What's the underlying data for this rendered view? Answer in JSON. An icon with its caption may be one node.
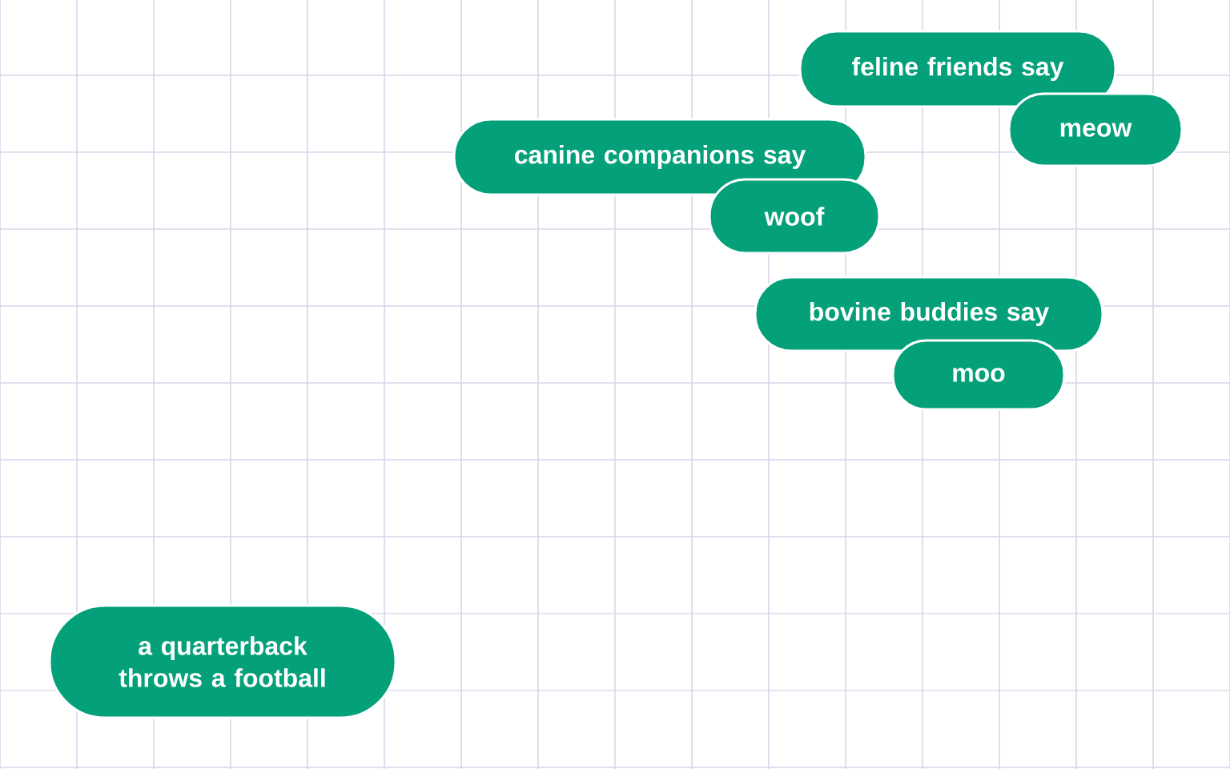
{
  "diagram": {
    "nodes": [
      {
        "text": [
          "feline friends say"
        ]
      },
      {
        "text": [
          "meow"
        ]
      },
      {
        "text": [
          "canine companions say"
        ]
      },
      {
        "text": [
          "woof"
        ]
      },
      {
        "text": [
          "bovine buddies say"
        ]
      },
      {
        "text": [
          "moo"
        ]
      },
      {
        "text": [
          "a quarterback throws a football"
        ]
      }
    ]
  }
}
